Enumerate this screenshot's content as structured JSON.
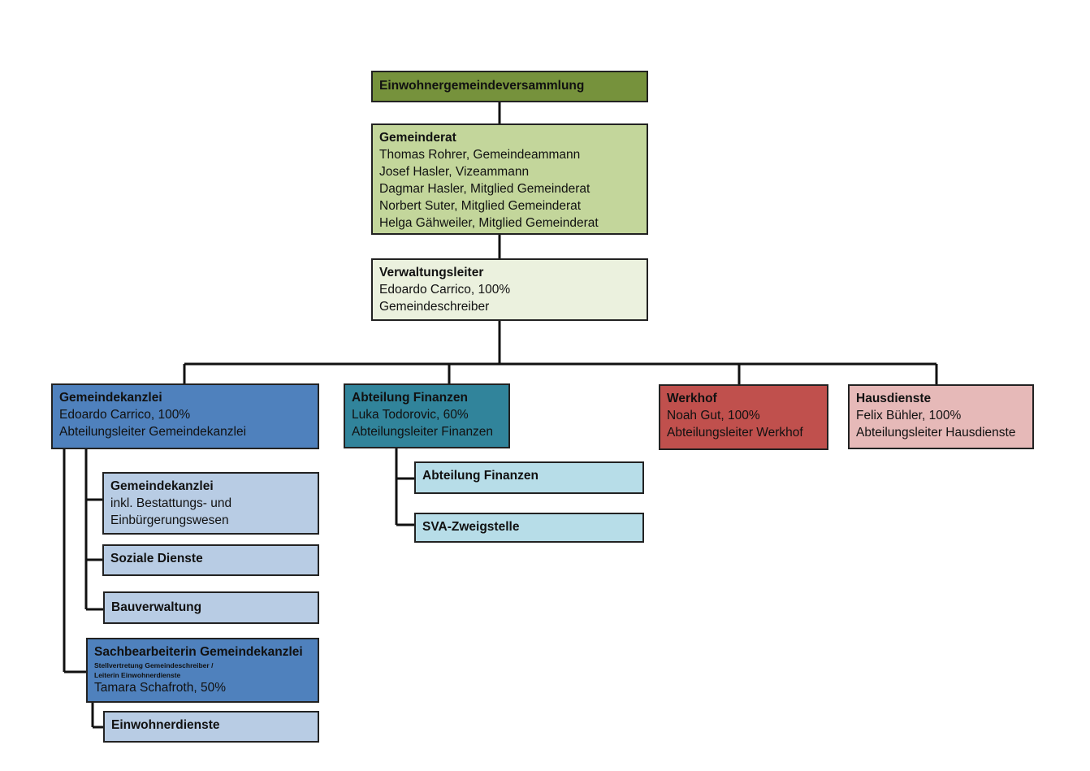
{
  "root": {
    "title": "Einwohnergemeindeversammlung",
    "color": "#76923c"
  },
  "council": {
    "title": "Gemeinderat",
    "lines": [
      "Thomas Rohrer, Gemeindeammann",
      "Josef Hasler, Vizeammann",
      "Dagmar Hasler, Mitglied Gemeinderat",
      "Norbert Suter, Mitglied Gemeinderat",
      "Helga Gähweiler, Mitglied Gemeinderat"
    ],
    "color": "#c3d69b"
  },
  "admin_head": {
    "title": "Verwaltungsleiter",
    "lines": [
      "Edoardo Carrico, 100%",
      "Gemeindeschreiber"
    ],
    "color": "#ebf1de"
  },
  "departments": [
    {
      "title": "Gemeindekanzlei",
      "lines": [
        "Edoardo Carrico, 100%",
        "Abteilungsleiter Gemeindekanzlei"
      ],
      "color": "#4f81bd"
    },
    {
      "title": "Abteilung Finanzen",
      "lines": [
        "Luka Todorovic, 60%",
        "Abteilungsleiter Finanzen"
      ],
      "color": "#31849b"
    },
    {
      "title": "Werkhof",
      "lines": [
        "Noah Gut, 100%",
        "Abteilungsleiter Werkhof"
      ],
      "color": "#c0504d"
    },
    {
      "title": "Hausdienste",
      "lines": [
        "Felix Bühler, 100%",
        "Abteilungsleiter Hausdienste"
      ],
      "color": "#e6b9b8"
    }
  ],
  "kanzlei_units": [
    {
      "title": "Gemeindekanzlei",
      "lines": [
        "inkl. Bestattungs- und",
        "Einbürgerungswesen"
      ]
    },
    {
      "title": "Soziale Dienste",
      "lines": []
    },
    {
      "title": "Bauverwaltung",
      "lines": []
    }
  ],
  "kanzlei_unit_color": "#b8cce4",
  "clerk": {
    "title": "Sachbearbeiterin Gemeindekanzlei",
    "small_lines": [
      "Stellvertretung Gemeindeschreiber /",
      "Leiterin Einwohnerdienste"
    ],
    "lines": [
      "Tamara Schafroth, 50%"
    ],
    "color": "#4f81bd"
  },
  "clerk_unit": {
    "title": "Einwohnerdienste",
    "color": "#b8cce4"
  },
  "finance_units": [
    {
      "title": "Abteilung Finanzen"
    },
    {
      "title": "SVA-Zweigstelle"
    }
  ],
  "finance_unit_color": "#b7dde8"
}
